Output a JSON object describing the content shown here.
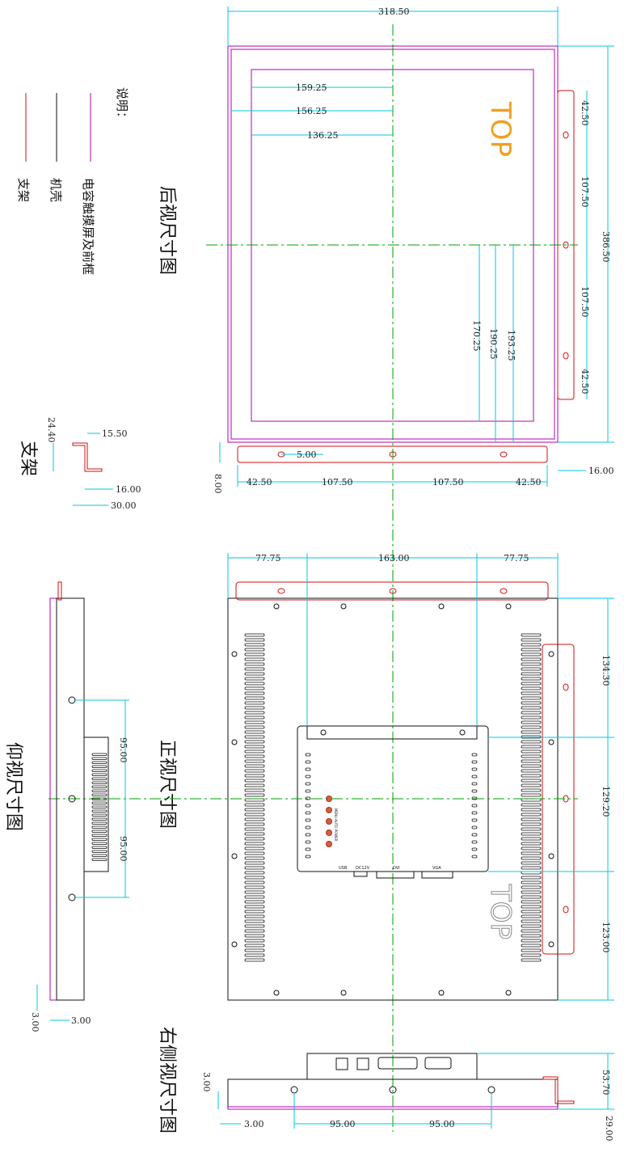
{
  "legend": {
    "title": "说明：",
    "items": [
      {
        "label": "电容触摸屏及前框",
        "color": "#b000b0"
      },
      {
        "label": "机壳",
        "color": "#111111"
      },
      {
        "label": "支架",
        "color": "#cc1010"
      }
    ]
  },
  "view_titles": {
    "rear": "后视尺寸图",
    "front": "正视尺寸图",
    "bottom": "仰视尺寸图",
    "right": "右侧视尺寸图",
    "bracket": "支架"
  },
  "top_marks": {
    "rear": "TOP",
    "front": "TOP"
  },
  "rear_dims": {
    "width": "318.50",
    "w1": "159.25",
    "w2": "156.25",
    "w3": "136.25",
    "height": "386.50",
    "h1": "170.25",
    "h2": "190.25",
    "h3": "193.25",
    "r1": "42.50",
    "r2": "107.50",
    "r3": "107.50",
    "r4": "42.50",
    "b1": "42.50",
    "b2": "107.50",
    "b3": "107.50",
    "b4": "42.50",
    "gap": "5.00",
    "off": "8.00",
    "side": "16.00"
  },
  "front_dims": {
    "t1": "77.75",
    "t2": "163.00",
    "t3": "77.75",
    "v1": "134.30",
    "v2": "129.20",
    "v3": "123.00"
  },
  "front_ports": [
    "VGA",
    "DVI",
    "DC12V",
    "USB"
  ],
  "front_buttons": "MENU AUTO POWER",
  "bracket_dims": {
    "a": "24.40",
    "b": "15.50",
    "c": "16.00",
    "d": "30.00"
  },
  "bottom_dims": {
    "a": "95.00",
    "b": "95.00",
    "c": "3.00",
    "d": "3.00"
  },
  "right_dims": {
    "a": "3.00",
    "b": "3.00",
    "c": "95.00",
    "d": "95.00",
    "e": "53.70",
    "f": "29.00"
  }
}
